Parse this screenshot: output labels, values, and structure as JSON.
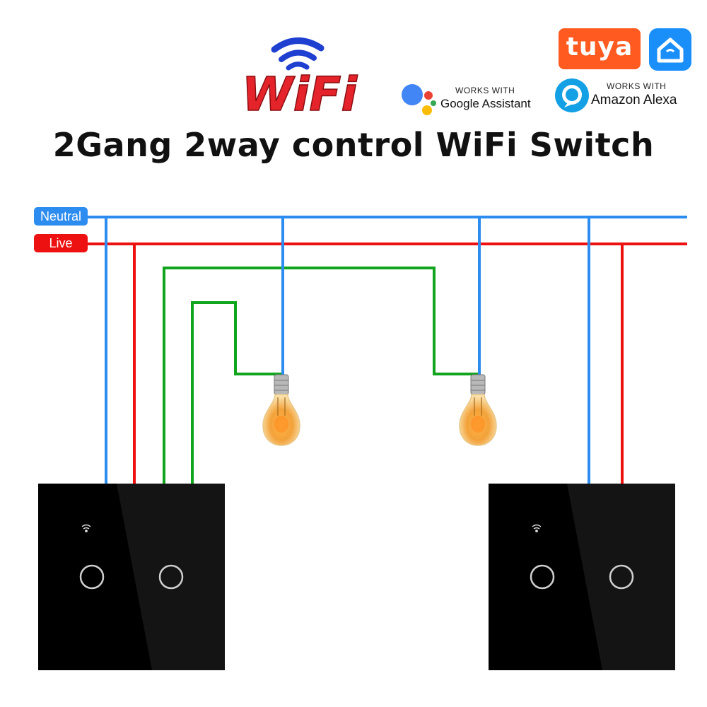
{
  "branding": {
    "wifi_logo_text": "WiFi",
    "tuya_text": "tuya",
    "google": {
      "works_with": "WORKS WITH",
      "name": "Google Assistant"
    },
    "alexa": {
      "works_with": "WORKS WITH",
      "name": "Amazon Alexa"
    }
  },
  "title": "2Gang 2way control WiFi Switch",
  "wires": {
    "neutral_label": "Neutral",
    "live_label": "Live",
    "neutral_color": "#2d8cf0",
    "live_color": "#ee1111",
    "load_color": "#11a51d"
  },
  "switches": [
    {
      "name": "left-switch",
      "gangs": 2,
      "icon": "wifi-indicator-icon"
    },
    {
      "name": "right-switch",
      "gangs": 2,
      "icon": "wifi-indicator-icon"
    }
  ],
  "bulbs": [
    {
      "name": "bulb-1",
      "icon": "light-bulb-icon"
    },
    {
      "name": "bulb-2",
      "icon": "light-bulb-icon"
    }
  ]
}
